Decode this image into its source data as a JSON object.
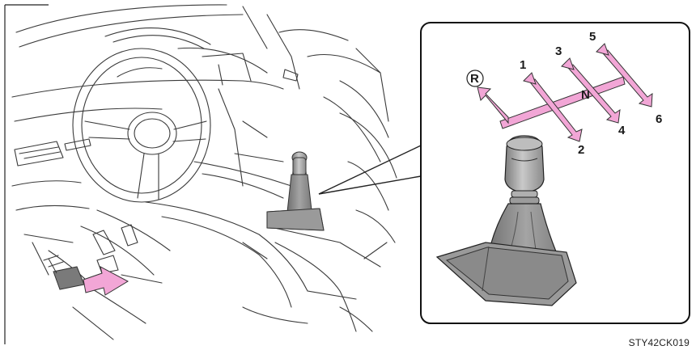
{
  "figure": {
    "code": "STY42CK019"
  },
  "shift_pattern": {
    "gears": {
      "reverse": "R",
      "first": "1",
      "second": "2",
      "third": "3",
      "fourth": "4",
      "fifth": "5",
      "sixth": "6",
      "neutral": "N"
    },
    "arrow_color": "#f2a6d6"
  },
  "colors": {
    "line": "#333333",
    "boot": "#8a8a8a",
    "knob": "#a9a9a9",
    "pedal_arrow": "#f2a6d6"
  }
}
